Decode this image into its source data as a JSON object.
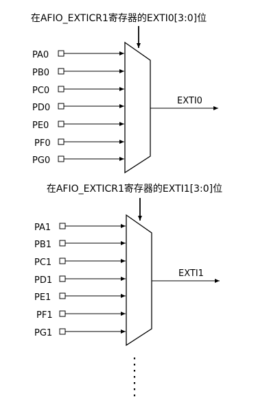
{
  "blocks": [
    {
      "title": "在AFIO_EXTICR1寄存器的EXTI0[3:0]位",
      "inputs": [
        "PA0",
        "PB0",
        "PC0",
        "PD0",
        "PE0",
        "PF0",
        "PG0"
      ],
      "output": "EXTI0"
    },
    {
      "title": "在AFIO_EXTICR1寄存器的EXTI1[3:0]位",
      "inputs": [
        "PA1",
        "PB1",
        "PC1",
        "PD1",
        "PE1",
        "PF1",
        "PG1"
      ],
      "output": "EXTI1"
    }
  ]
}
